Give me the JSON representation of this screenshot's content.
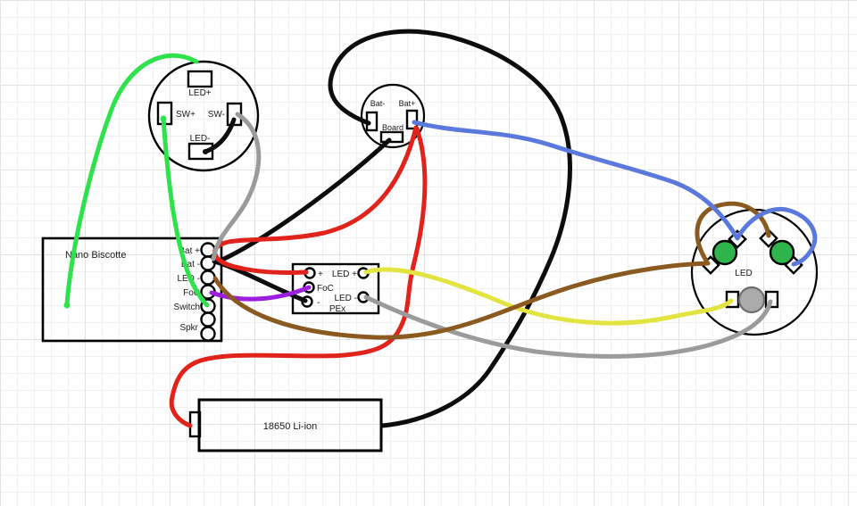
{
  "colors": {
    "wire_green": "#2ee24c",
    "wire_black": "#0d0d0d",
    "wire_red": "#e2231c",
    "wire_gray": "#9b9b9b",
    "wire_purple": "#9c1fe0",
    "wire_yellow": "#e4e441",
    "wire_brown": "#8a5a20",
    "wire_blue": "#5b79dd",
    "led_green_fill": "#2db44d",
    "led_gray_fill": "#ababab"
  },
  "switch_module": {
    "led_plus": "LED+",
    "sw_plus": "SW+",
    "sw_minus": "SW-",
    "led_minus": "LED-"
  },
  "recharge_port": {
    "bat_minus": "Bat-",
    "bat_plus": "Bat+",
    "board": "Board"
  },
  "soundboard": {
    "title": "Nano Biscotte",
    "pad_labels": [
      "Bat +",
      "Bat -",
      "LED -",
      "FoC",
      "Switch",
      "Spkr"
    ]
  },
  "pex": {
    "title": "PEx",
    "plus": "+",
    "foc": "FoC",
    "minus": "-",
    "led_plus": "LED +",
    "led_minus": "LED -"
  },
  "led_module": {
    "title": "LED"
  },
  "battery": {
    "label": "18650 Li-ion"
  }
}
